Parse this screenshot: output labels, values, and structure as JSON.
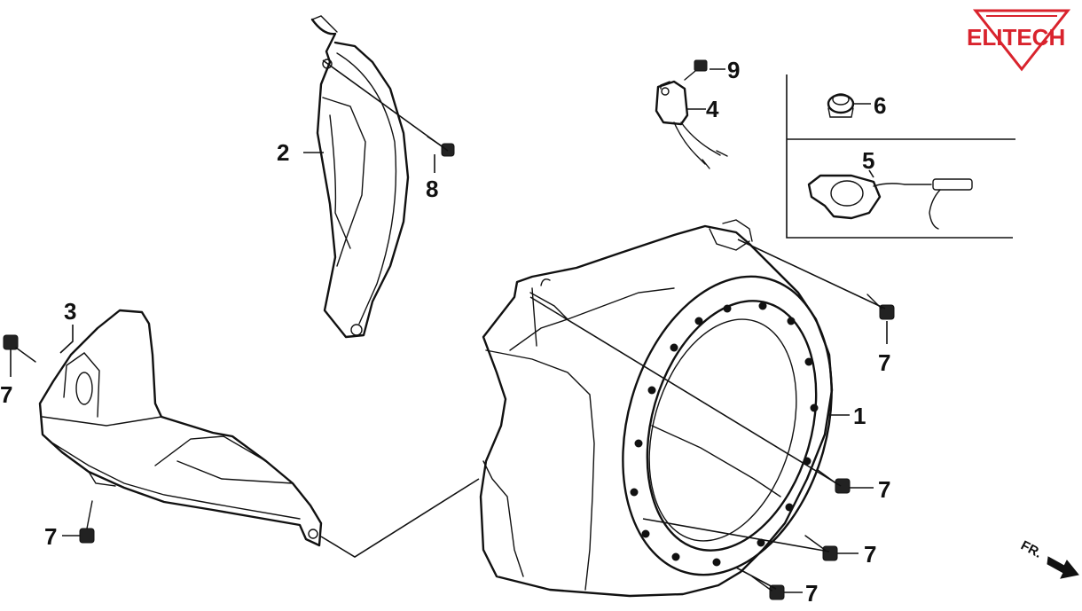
{
  "brand": {
    "logo_text": "ELITECH",
    "color": "#d9232d"
  },
  "direction_marker": {
    "text": "FR."
  },
  "callouts": [
    {
      "id": "c1",
      "label": "1"
    },
    {
      "id": "c2",
      "label": "2"
    },
    {
      "id": "c3",
      "label": "3"
    },
    {
      "id": "c4",
      "label": "4"
    },
    {
      "id": "c5",
      "label": "5"
    },
    {
      "id": "c6",
      "label": "6"
    },
    {
      "id": "c7a",
      "label": "7"
    },
    {
      "id": "c7b",
      "label": "7"
    },
    {
      "id": "c7c",
      "label": "7"
    },
    {
      "id": "c7d",
      "label": "7"
    },
    {
      "id": "c7e",
      "label": "7"
    },
    {
      "id": "c7f",
      "label": "7"
    },
    {
      "id": "c8",
      "label": "8"
    },
    {
      "id": "c9",
      "label": "9"
    }
  ]
}
